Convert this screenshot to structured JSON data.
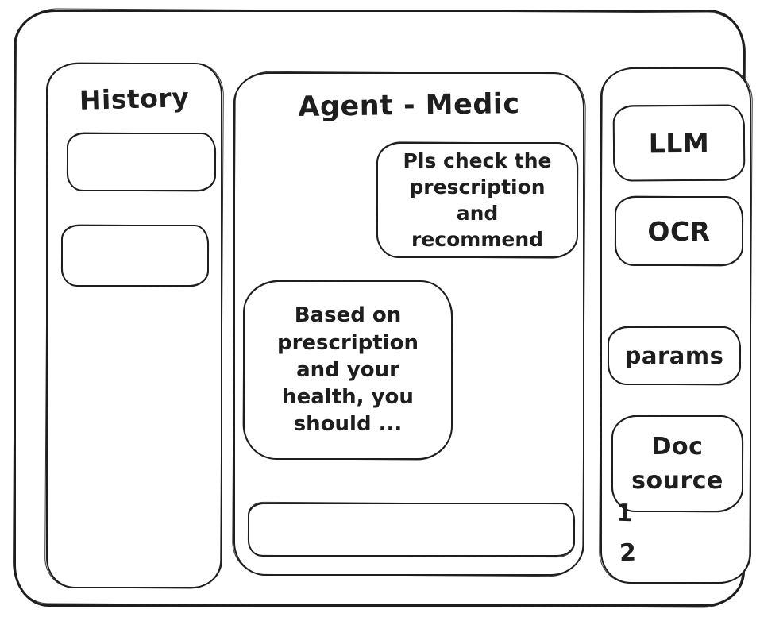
{
  "app": {
    "title": "Agent - Medic"
  },
  "history_sidebar": {
    "title": "History",
    "items": [
      {
        "label": ""
      },
      {
        "label": ""
      }
    ]
  },
  "chat": {
    "title": "Agent - Medic",
    "messages": [
      {
        "role": "user",
        "text": "Pls check the prescription and recommend"
      },
      {
        "role": "assistant",
        "text": "Based on prescription and your health, you should ..."
      }
    ],
    "input": {
      "value": "",
      "placeholder": ""
    }
  },
  "tools_sidebar": {
    "tools": [
      {
        "label": "LLM"
      },
      {
        "label": "OCR"
      },
      {
        "label": "params"
      },
      {
        "label": "Doc source"
      }
    ],
    "doc_source_items": [
      {
        "label": "1"
      },
      {
        "label": "2"
      }
    ]
  },
  "colors": {
    "stroke": "#1e1e1e",
    "background": "#ffffff"
  }
}
